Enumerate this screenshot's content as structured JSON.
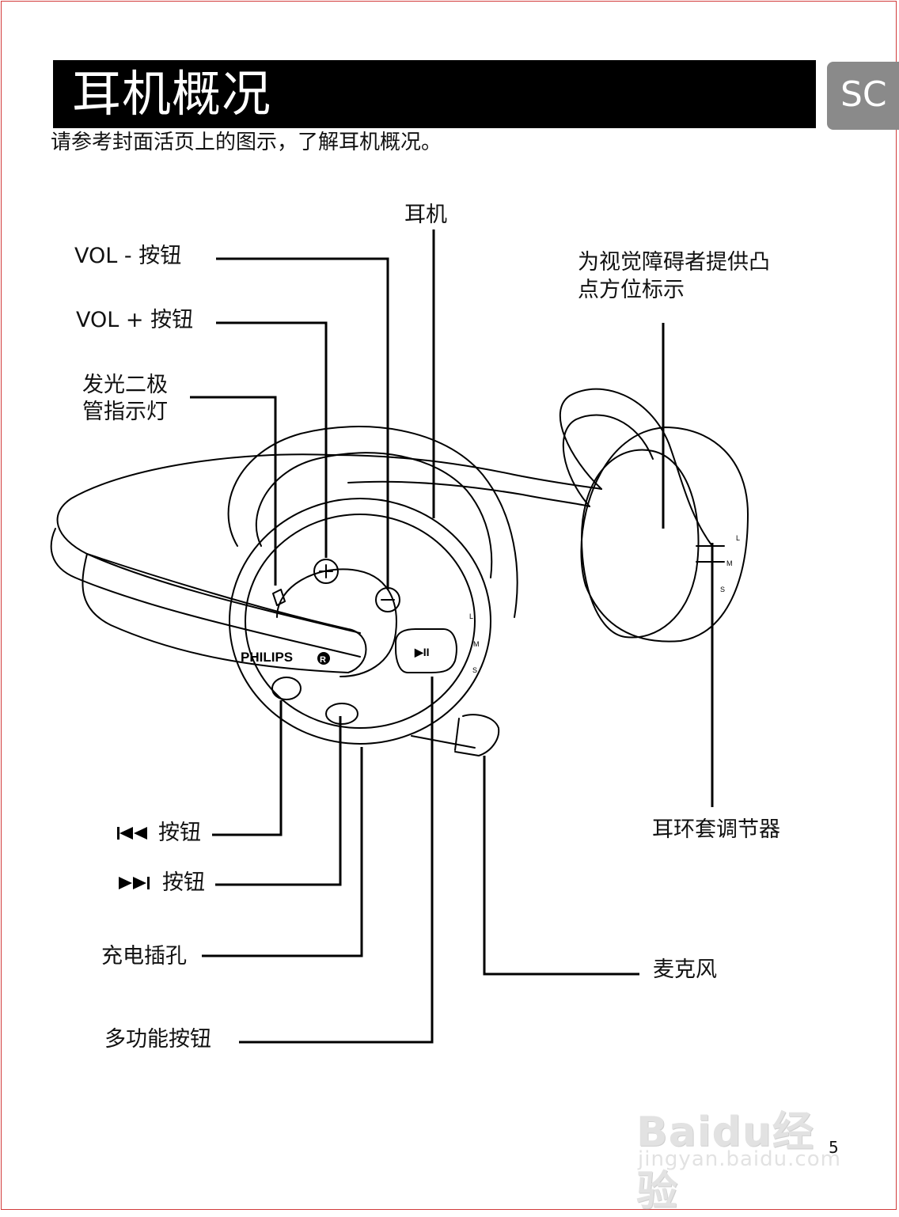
{
  "header": {
    "title": "耳机概况",
    "language_tab": "SC"
  },
  "intro": "请参考封面活页上的图示，了解耳机概况。",
  "labels": {
    "earphone": "耳机",
    "vol_minus": "VOL -  按钮",
    "vol_plus": "VOL + 按钮",
    "led_line1": "发光二极",
    "led_line2": "管指示灯",
    "braille_line1": "为视觉障碍者提供凸",
    "braille_line2": "点方位标示",
    "prev_button": "按钮",
    "next_button": "按钮",
    "charging_socket": "充电插孔",
    "multifunction_button": "多功能按钮",
    "earhook_adjuster": "耳环套调节器",
    "microphone": "麦克风"
  },
  "device": {
    "brand": "PHILIPS",
    "registered": "R",
    "play_pause_symbol": "▶II",
    "size_marks": [
      "L",
      "M",
      "S"
    ]
  },
  "icons": {
    "prev": "skip-previous-icon",
    "next": "skip-next-icon"
  },
  "watermark": {
    "brand": "Baidu经验",
    "url": "jingyan.baidu.com"
  },
  "page_number": "5"
}
